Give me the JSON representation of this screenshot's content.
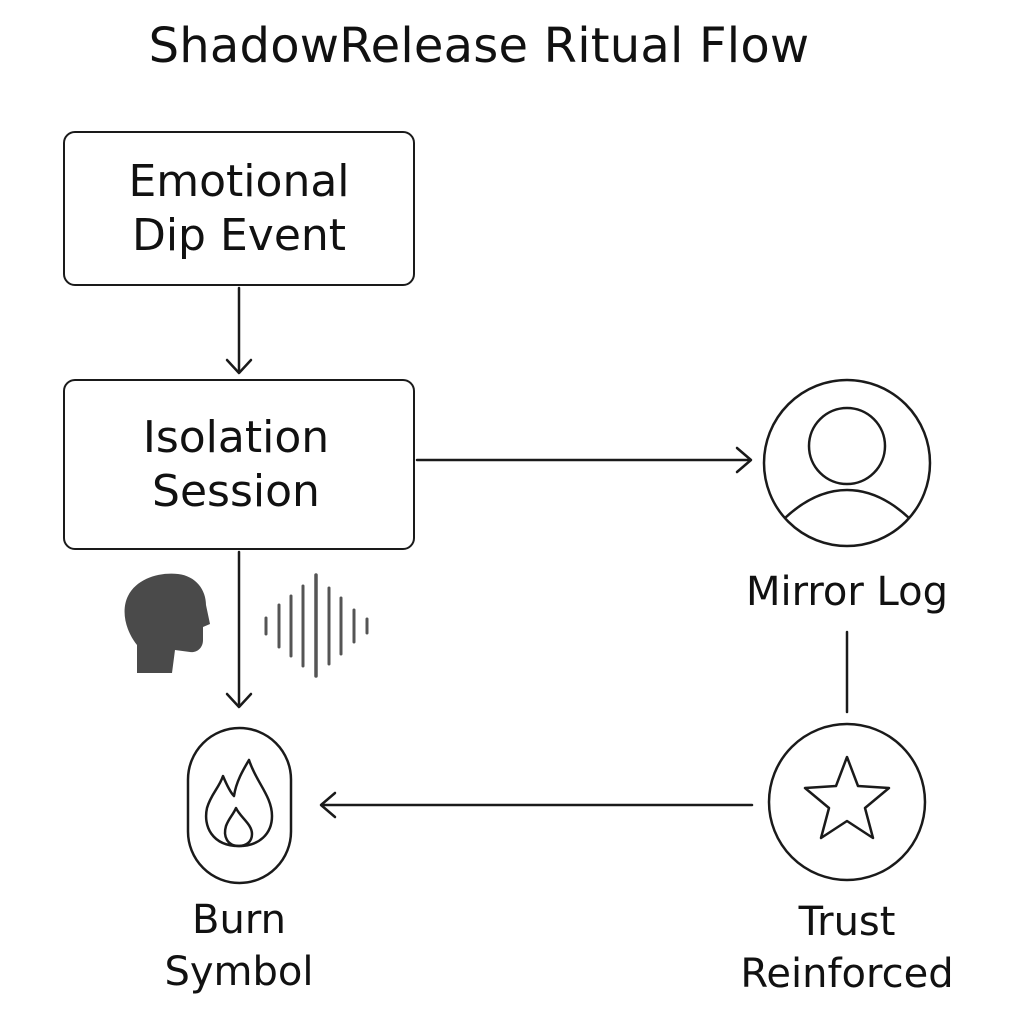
{
  "diagram": {
    "title": "ShadowRelease Ritual Flow",
    "nodes": {
      "emotional_dip": {
        "line1": "Emotional",
        "line2": "Dip Event"
      },
      "isolation": {
        "line1": "Isolation",
        "line2": "Session"
      },
      "mirror_log": {
        "label": "Mirror Log",
        "icon": "user-avatar-icon"
      },
      "trust": {
        "line1": "Trust",
        "line2": "Reinforced",
        "icon": "star-icon"
      },
      "burn": {
        "line1": "Burn",
        "line2": "Symbol",
        "icon": "flame-icon"
      }
    },
    "edges": [
      {
        "from": "Emotional Dip Event",
        "to": "Isolation Session"
      },
      {
        "from": "Isolation Session",
        "to": "Mirror Log"
      },
      {
        "from": "Isolation Session",
        "to": "Burn Symbol"
      },
      {
        "from": "Mirror Log",
        "to": "Trust Reinforced"
      },
      {
        "from": "Trust Reinforced",
        "to": "Burn Symbol"
      }
    ],
    "decorations": [
      "head-silhouette-icon",
      "sound-wave-icon"
    ],
    "colors": {
      "stroke": "#1a1a1a",
      "head_fill": "#4a4a4a",
      "wave": "#555555"
    }
  }
}
